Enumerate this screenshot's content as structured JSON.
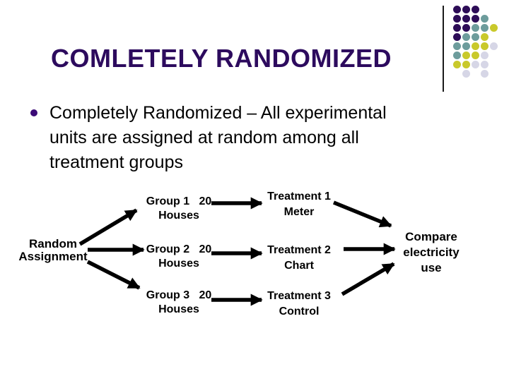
{
  "slide": {
    "title": "COMLETELY RANDOMIZED",
    "title_color": "#2d0b5e",
    "bullet": {
      "marker_color": "#3b0a77",
      "lines": [
        "Completely Randomized – All experimental",
        "units are assigned at random among all",
        "treatment groups"
      ]
    },
    "diagram": {
      "arrow_color": "#000000",
      "source": {
        "line1": "Random",
        "line2": "Assignment"
      },
      "groups": [
        {
          "line1": "Group 1   20",
          "line2": "Houses"
        },
        {
          "line1": "Group 2   20",
          "line2": "Houses"
        },
        {
          "line1": "Group 3   20",
          "line2": "Houses"
        }
      ],
      "treatments": [
        {
          "line1": "Treatment 1",
          "line2": "Meter"
        },
        {
          "line1": "Treatment 2",
          "line2": "Chart"
        },
        {
          "line1": "Treatment 3",
          "line2": "Control"
        }
      ],
      "result": {
        "line1": "Compare",
        "line2": "electricity",
        "line3": "use"
      }
    },
    "decoration": {
      "divider_color": "#1a1a1a",
      "dot_colors": {
        "P": "#2d0c57",
        "T": "#6d9c9c",
        "Y": "#c9c92b",
        "L": "#d6d6e6"
      },
      "dot_grid": [
        "PPP..",
        "PPPT.",
        "PPTTY",
        "PTTY.",
        "TTYYL",
        "TYYL.",
        "YYLL.",
        ".L.L."
      ]
    }
  }
}
